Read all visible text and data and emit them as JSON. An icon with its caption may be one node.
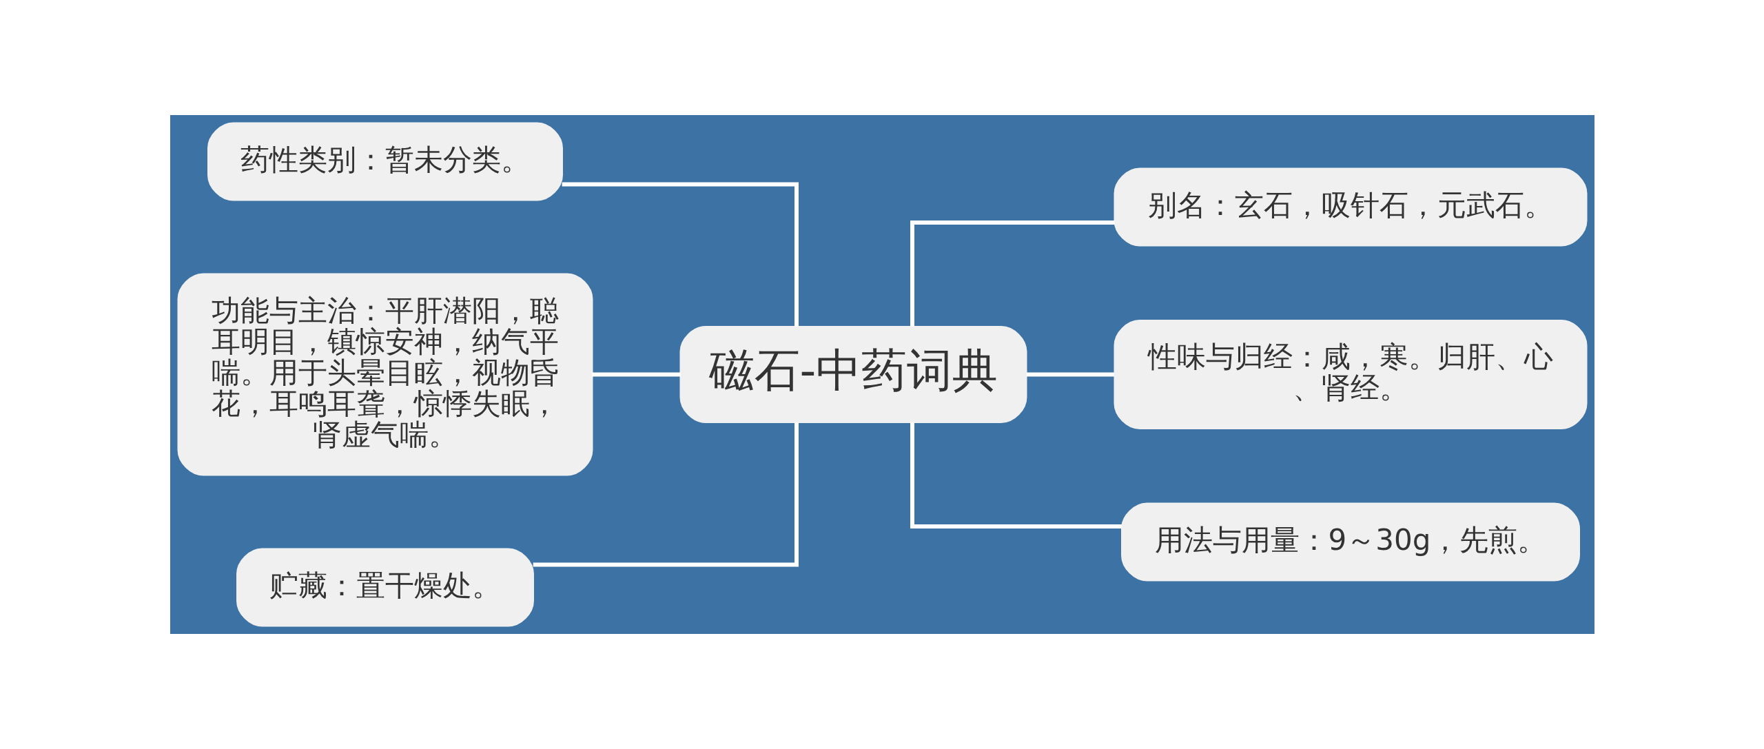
{
  "diagram": {
    "nodes": [
      {
        "text": [
          "磁石-中药词典"
        ]
      },
      {
        "text": [
          "药性类别：暂未分类。"
        ]
      },
      {
        "text": [
          "功能与主治：平肝潜阳，聪耳明目，镇惊安神，纳气平喘。用于头晕目眩，视物昏花，耳鸣耳聋，惊悸失眠，肾虚气喘。"
        ]
      },
      {
        "text": [
          "贮藏：置干燥处。"
        ]
      },
      {
        "text": [
          "别名：玄石，吸针石，元武石。"
        ]
      },
      {
        "text": [
          "性味与归经：咸，寒。归肝、心、肾经。"
        ]
      },
      {
        "text": [
          "用法与用量：9～30g，先煎。"
        ]
      }
    ],
    "edges": [
      {
        "from": 0,
        "to": 1,
        "arrow": "none"
      },
      {
        "from": 0,
        "to": 2,
        "arrow": "none"
      },
      {
        "from": 0,
        "to": 3,
        "arrow": "none"
      },
      {
        "from": 0,
        "to": 4,
        "arrow": "none"
      },
      {
        "from": 0,
        "to": 5,
        "arrow": "none"
      },
      {
        "from": 0,
        "to": 6,
        "arrow": "none"
      }
    ]
  }
}
